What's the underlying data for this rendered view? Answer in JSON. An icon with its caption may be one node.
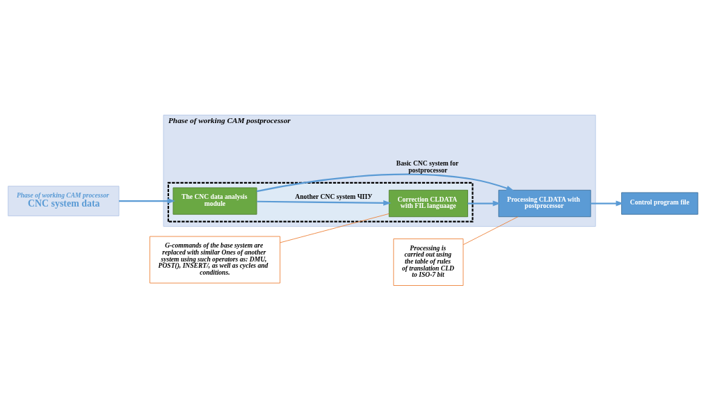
{
  "diagram": {
    "nodes": [
      {
        "text": [
          "Phase of working CAM processor",
          "CNC system data"
        ]
      },
      {
        "text": [
          "Phase of working CAM postprocessor"
        ]
      },
      {
        "text": [],
        "shape": "box",
        "in": 1
      },
      {
        "text": [
          "The CNC data analysis module"
        ],
        "in": 2
      },
      {
        "text": [
          "Correction CLDATA with FIL languaage"
        ],
        "in": 2
      },
      {
        "text": [
          "Processing CLDATA with postprocessor"
        ],
        "in": 1
      },
      {
        "text": [
          "G-commands of the base system are replaced with similar Ones of another system using such operators as: DMU, POST(), INSERT/, as well as cycles and conditions."
        ]
      },
      {
        "text": [
          "Processing is carried out using the table of rules of translation CLD to ISO-7 bit"
        ]
      },
      {
        "text": [
          "Control program file"
        ]
      }
    ],
    "edges": [
      {
        "from": 0,
        "to": 3,
        "arrow": "to"
      },
      {
        "from": 3,
        "to": 4,
        "arrow": "to",
        "label": "Another CNC system ЧПУ"
      },
      {
        "from": 3,
        "to": 5,
        "arrow": "to",
        "label": "Basic CNC system for postprocessor"
      },
      {
        "from": 4,
        "to": 5,
        "arrow": "to"
      },
      {
        "from": 5,
        "to": 8,
        "arrow": "to"
      },
      {
        "from": 6,
        "to": 4,
        "arrow": "none",
        "color": "#ed7d31"
      },
      {
        "from": 7,
        "to": 5,
        "arrow": "none",
        "color": "#ed7d31"
      }
    ]
  }
}
